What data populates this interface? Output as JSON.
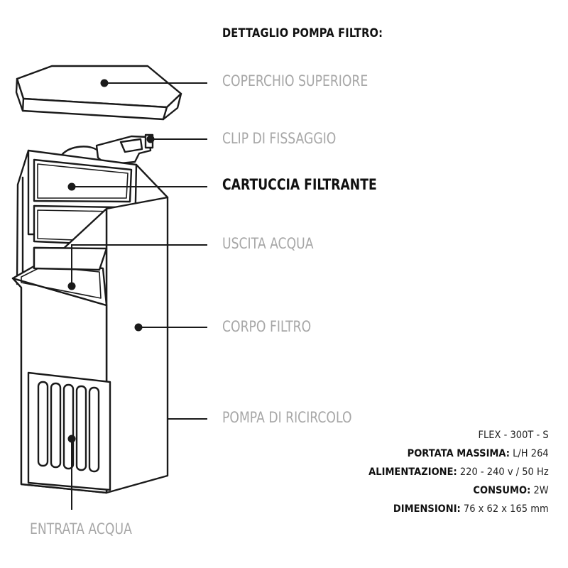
{
  "title": "DETTAGLIO POMPA FILTRO:",
  "labels": {
    "coperchio": "COPERCHIO SUPERIORE",
    "clip": "CLIP DI FISSAGGIO",
    "cartuccia": "CARTUCCIA FILTRANTE",
    "uscita": "USCITA ACQUA",
    "corpo": "CORPO FILTRO",
    "pompa": "POMPA DI RICIRCOLO",
    "entrata": "ENTRATA ACQUA"
  },
  "specs": {
    "model": "FLEX - 300T - S",
    "rows": [
      {
        "key": "PORTATA MASSIMA:",
        "value": "L/H 264"
      },
      {
        "key": "ALIMENTAZIONE:",
        "value": "220 - 240 v / 50 Hz"
      },
      {
        "key": "CONSUMO:",
        "value": "2W"
      },
      {
        "key": "DIMENSIONI:",
        "value": "76 x 62 x 165 mm"
      }
    ]
  },
  "colors": {
    "line": "#1a1a1a",
    "label_inactive": "#a7a7a7",
    "label_active": "#111111"
  }
}
